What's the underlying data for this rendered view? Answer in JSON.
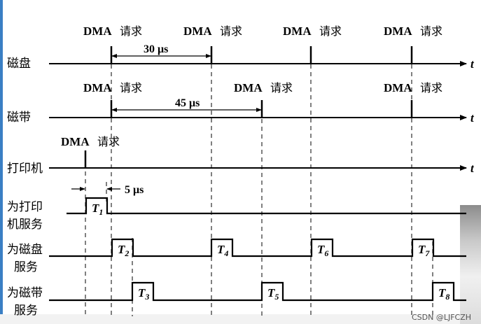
{
  "rows": [
    {
      "label": "磁盘"
    },
    {
      "label": "磁带"
    },
    {
      "label": "打印机"
    },
    {
      "label": "为打印\n机服务"
    },
    {
      "label": "为磁盘\n服务"
    },
    {
      "label": "为磁带\n服务"
    }
  ],
  "axis_label": "t",
  "request_text": {
    "latin": "DMA",
    "cn": "请求"
  },
  "dimensions": {
    "disk": "30 μs",
    "tape": "45 μs",
    "printer": "5 μs"
  },
  "pulses": [
    {
      "name": "T",
      "sub": "1"
    },
    {
      "name": "T",
      "sub": "2"
    },
    {
      "name": "T",
      "sub": "3"
    },
    {
      "name": "T",
      "sub": "4"
    },
    {
      "name": "T",
      "sub": "5"
    },
    {
      "name": "T",
      "sub": "6"
    },
    {
      "name": "T",
      "sub": "7"
    },
    {
      "name": "T",
      "sub": "8"
    }
  ],
  "watermark": "CSDN @LJFCZH"
}
